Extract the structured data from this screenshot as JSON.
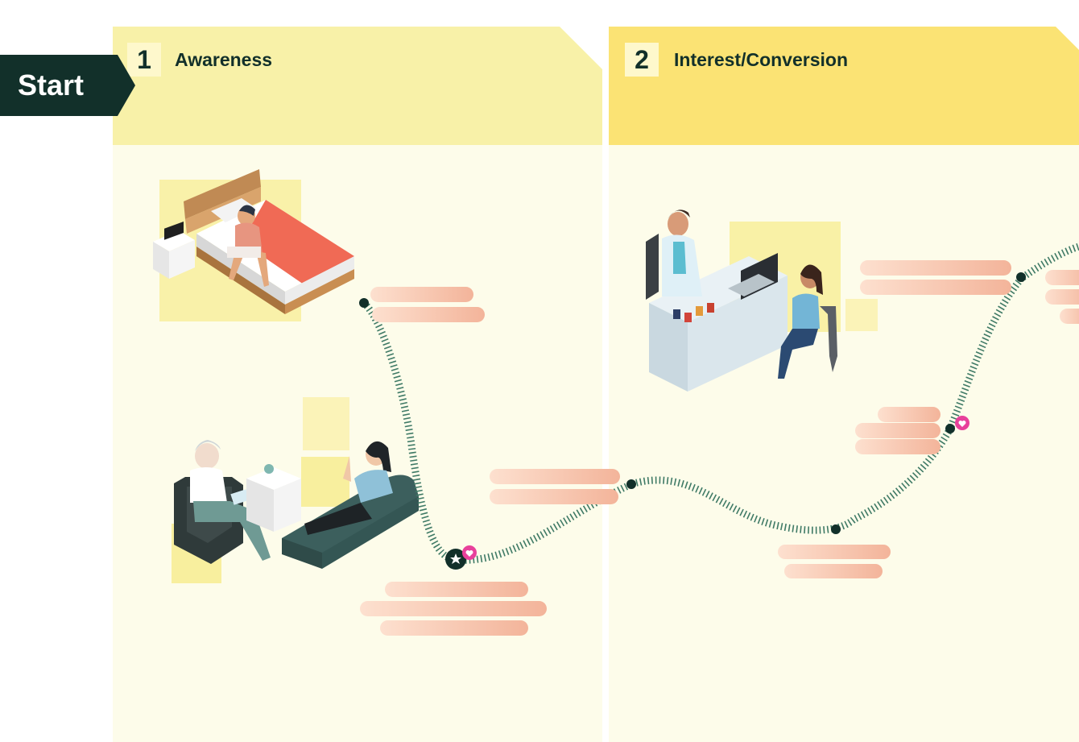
{
  "start_label": "Start",
  "stages": [
    {
      "number": "1",
      "title": "Awareness"
    },
    {
      "number": "2",
      "title": "Interest/Conversion"
    }
  ],
  "colors": {
    "dark": "#12302a",
    "stage1_header": "#f8f1a8",
    "stage2_header": "#fbe374",
    "body_background": "#fdfcea",
    "note_bar": "#f6bfa4",
    "path_dots": "#3f7a66",
    "emotion_pink": "#e8409b"
  },
  "scenes": [
    {
      "name": "person-in-bed-illustration"
    },
    {
      "name": "therapy-session-illustration"
    },
    {
      "name": "doctor-consultation-illustration"
    }
  ],
  "icons": [
    "star-icon",
    "heart-icon"
  ]
}
